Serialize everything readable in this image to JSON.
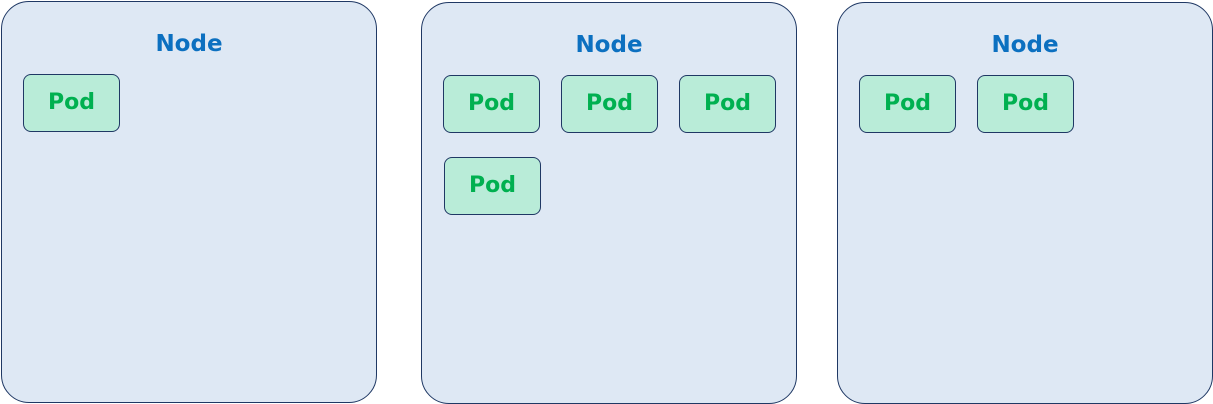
{
  "colors": {
    "node_title": "#0c70c0",
    "pod_label": "#00b050",
    "node_fill": "#dee8f4",
    "pod_fill": "#b9ecd8",
    "outline": "#1f3864"
  },
  "nodes": [
    {
      "title": "Node",
      "pods": [
        {
          "label": "Pod"
        }
      ]
    },
    {
      "title": "Node",
      "pods": [
        {
          "label": "Pod"
        },
        {
          "label": "Pod"
        },
        {
          "label": "Pod"
        },
        {
          "label": "Pod"
        }
      ]
    },
    {
      "title": "Node",
      "pods": [
        {
          "label": "Pod"
        },
        {
          "label": "Pod"
        }
      ]
    }
  ]
}
